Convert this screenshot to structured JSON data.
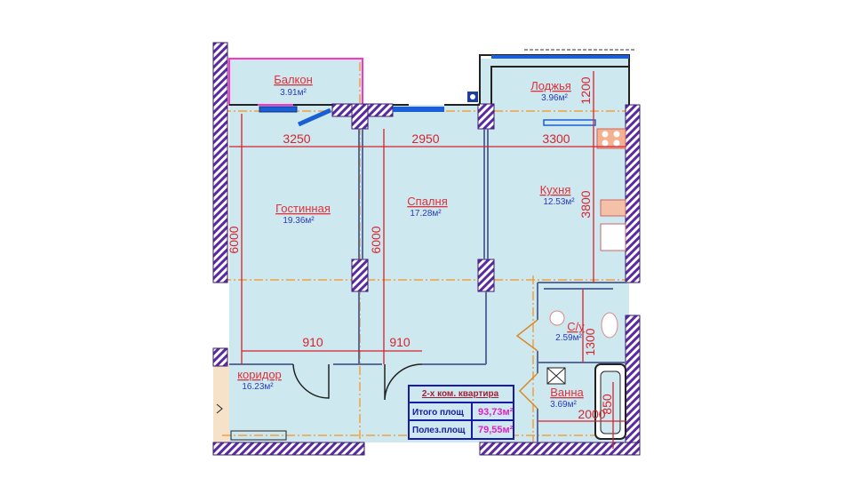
{
  "rooms": {
    "balcony": {
      "name": "Балкон",
      "area": "3.91м²"
    },
    "loggia": {
      "name": "Лоджья",
      "area": "3.96м²"
    },
    "living": {
      "name": "Гостинная",
      "area": "19.36м²"
    },
    "bedroom": {
      "name": "Спалня",
      "area": "17.28м²"
    },
    "kitchen": {
      "name": "Кухня",
      "area": "12.53м²"
    },
    "wc": {
      "name": "С/у",
      "area": "2.59м²"
    },
    "bath": {
      "name": "Ванна",
      "area": "3.69м²"
    },
    "corridor": {
      "name": "коридор",
      "area": "16.23м²"
    }
  },
  "dimensions": {
    "living_width": "3250",
    "bedroom_width": "2950",
    "kitchen_width": "3300",
    "living_depth": "6000",
    "bedroom_depth": "6000",
    "kitchen_depth": "3800",
    "loggia_depth": "1200",
    "door1": "910",
    "door2": "910",
    "wc_depth": "1300",
    "bath_depth": "850",
    "bath_width": "2000"
  },
  "summary": {
    "title": "2-х ком. квартира",
    "total_label": "Итого площ",
    "total_value": "93,73м²",
    "useful_label": "Полез.площ",
    "useful_value": "79,55м²"
  },
  "colors": {
    "floor": "#cde8ee",
    "wall": "#4a2a8a",
    "dimension": "#d8232f",
    "axis": "#f0a040"
  }
}
